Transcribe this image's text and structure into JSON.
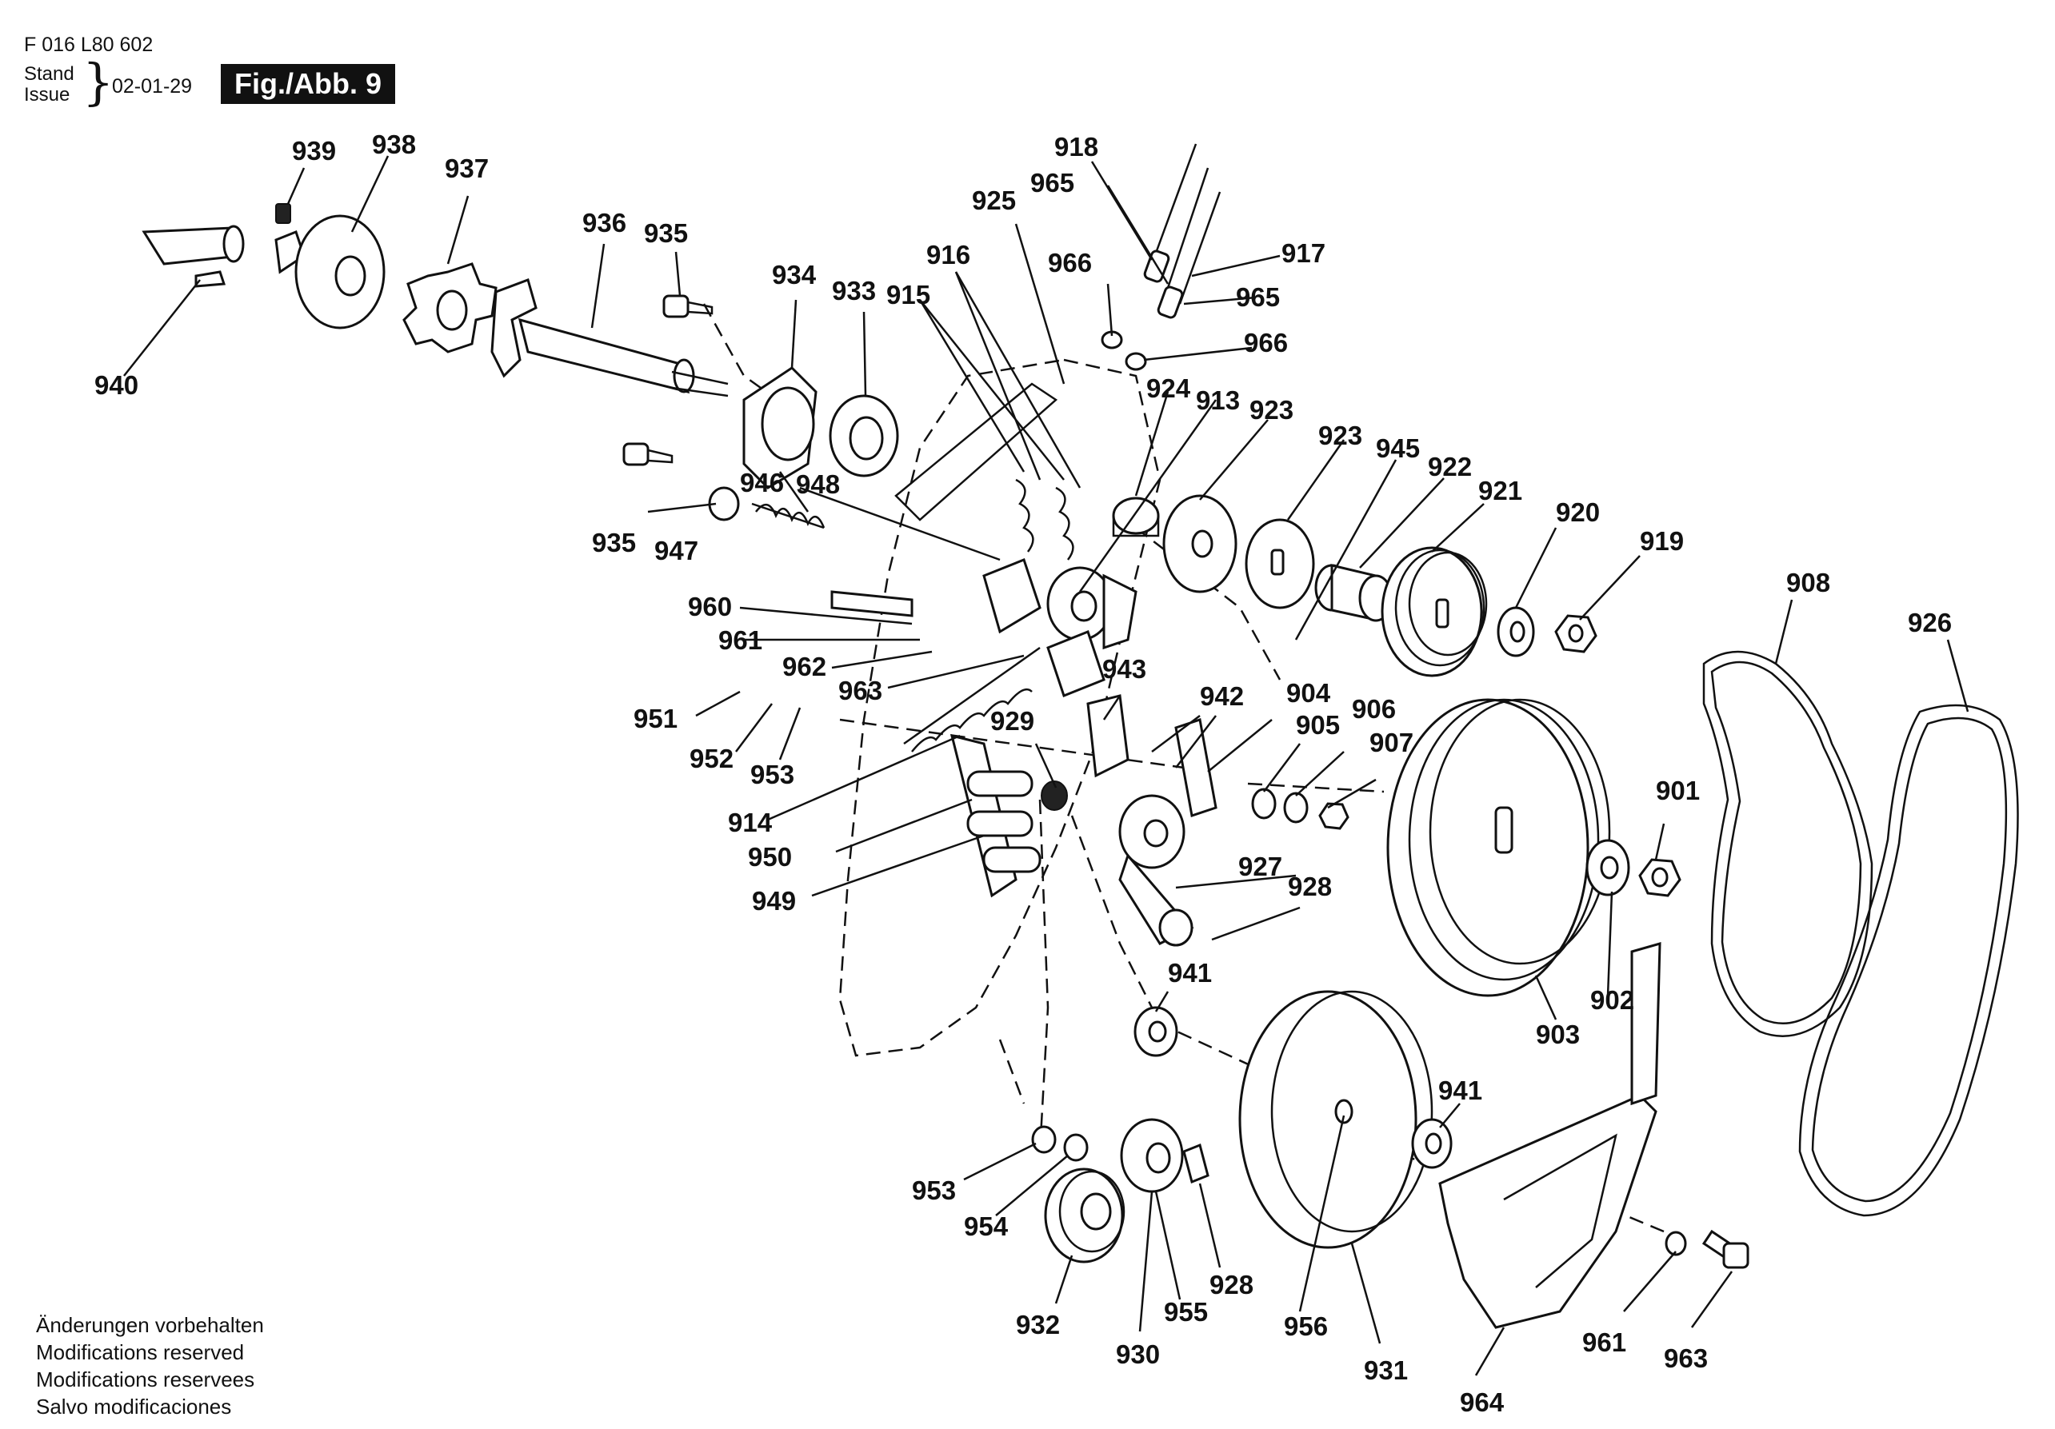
{
  "header": {
    "doc_number": "F 016 L80 602",
    "stand_label": "Stand",
    "issue_label": "Issue",
    "date": "02-01-29",
    "figure_label": "Fig./Abb. 9"
  },
  "footer": {
    "lines": [
      "Änderungen vorbehalten",
      "Modifications reserved",
      "Modifications reservees",
      "Salvo modificaciones"
    ]
  },
  "labels": {
    "p901": "901",
    "p902": "902",
    "p903": "903",
    "p904": "904",
    "p905": "905",
    "p906": "906",
    "p907": "907",
    "p908": "908",
    "p913": "913",
    "p914": "914",
    "p915": "915",
    "p916": "916",
    "p917": "917",
    "p918": "918",
    "p919": "919",
    "p920": "920",
    "p921": "921",
    "p922": "922",
    "p923a": "923",
    "p923b": "923",
    "p924": "924",
    "p925": "925",
    "p926": "926",
    "p927": "927",
    "p928a": "928",
    "p928b": "928",
    "p929": "929",
    "p930": "930",
    "p931": "931",
    "p932": "932",
    "p933": "933",
    "p934": "934",
    "p935a": "935",
    "p935b": "935",
    "p936": "936",
    "p937": "937",
    "p938": "938",
    "p939": "939",
    "p940": "940",
    "p941a": "941",
    "p941b": "941",
    "p942": "942",
    "p943": "943",
    "p945": "945",
    "p946": "946",
    "p947": "947",
    "p948": "948",
    "p949": "949",
    "p950": "950",
    "p951": "951",
    "p952": "952",
    "p953a": "953",
    "p953b": "953",
    "p954": "954",
    "p955": "955",
    "p956": "956",
    "p960": "960",
    "p961a": "961",
    "p961b": "961",
    "p962": "962",
    "p963a": "963",
    "p963b": "963",
    "p964": "964",
    "p965a": "965",
    "p965b": "965",
    "p966a": "966",
    "p966b": "966"
  }
}
